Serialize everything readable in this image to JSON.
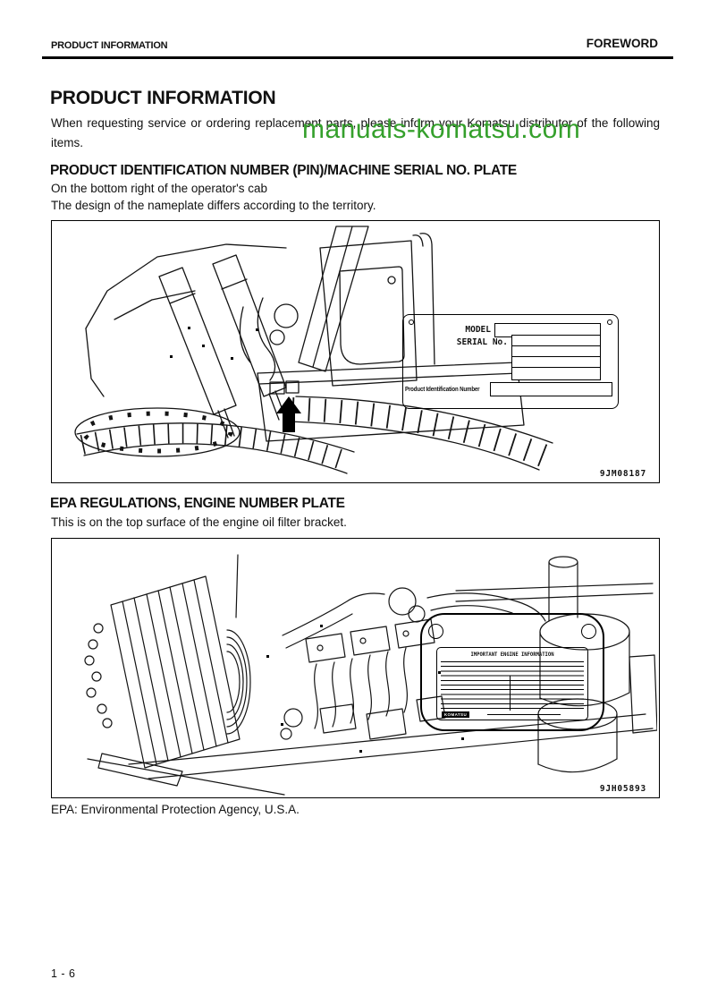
{
  "header": {
    "left": "PRODUCT INFORMATION",
    "right": "FOREWORD"
  },
  "watermark": {
    "text": "manuals-komatsu.com",
    "color": "#35a02c"
  },
  "page_title": "PRODUCT INFORMATION",
  "intro_paragraph": "When requesting service or ordering replacement parts, please inform your Komatsu distributor of the following items.",
  "pin_section": {
    "heading": "PRODUCT IDENTIFICATION NUMBER (PIN)/MACHINE SERIAL NO. PLATE",
    "location_note": "On the bottom right of the operator's cab",
    "design_note": "The design of the nameplate differs according to the territory.",
    "figure_code": "9JM08187",
    "nameplate": {
      "model_label": "MODEL",
      "serial_label": "SERIAL No.",
      "pin_label": "Product Identification Number"
    }
  },
  "epa_section": {
    "heading": "EPA REGULATIONS, ENGINE NUMBER PLATE",
    "location_note": "This is on the top surface of the engine oil filter bracket.",
    "figure_code": "9JH05893",
    "plate": {
      "title": "IMPORTANT ENGINE INFORMATION",
      "brand": "KOMATSU"
    }
  },
  "epa_note": "EPA: Environmental Protection Agency, U.S.A.",
  "footer": {
    "page_number": "1 - 6"
  }
}
